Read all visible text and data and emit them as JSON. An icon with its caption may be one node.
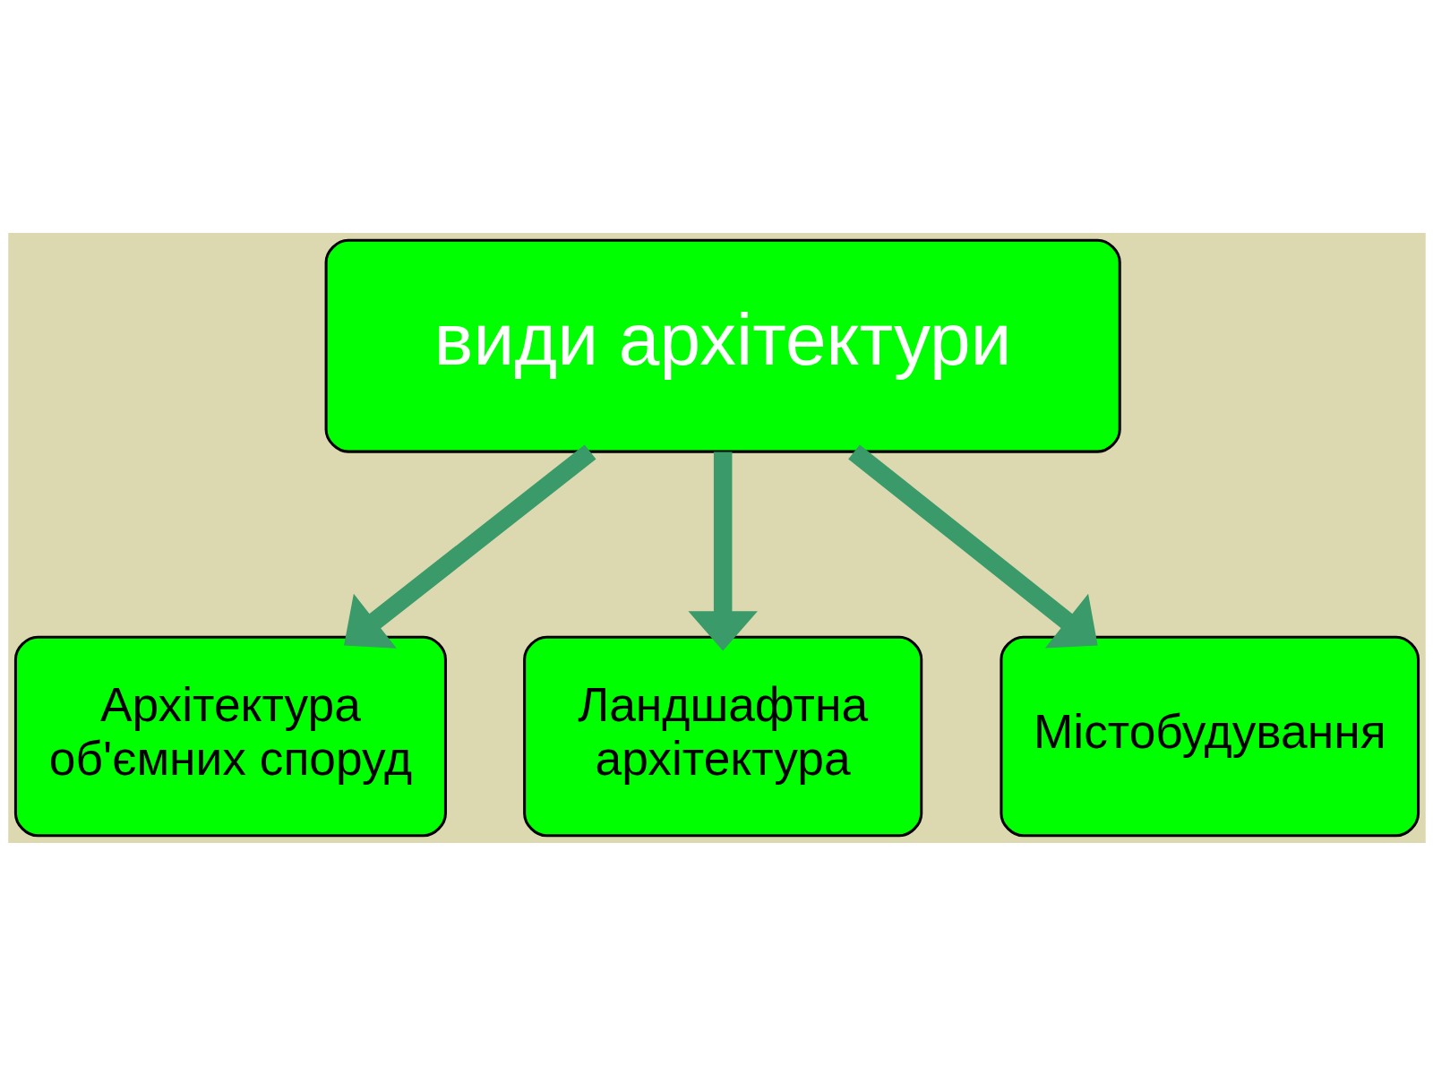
{
  "diagram": {
    "nodes": [
      {
        "text": [
          "види архітектури"
        ]
      },
      {
        "text": [
          "Архітектура об'ємних споруд"
        ]
      },
      {
        "text": [
          "Ландшафтна архітектура"
        ]
      },
      {
        "text": [
          "Містобудування"
        ]
      }
    ],
    "edges": [
      {
        "from": 0,
        "to": 1,
        "arrow": "to"
      },
      {
        "from": 0,
        "to": 2,
        "arrow": "to"
      },
      {
        "from": 0,
        "to": 3,
        "arrow": "to"
      }
    ]
  }
}
